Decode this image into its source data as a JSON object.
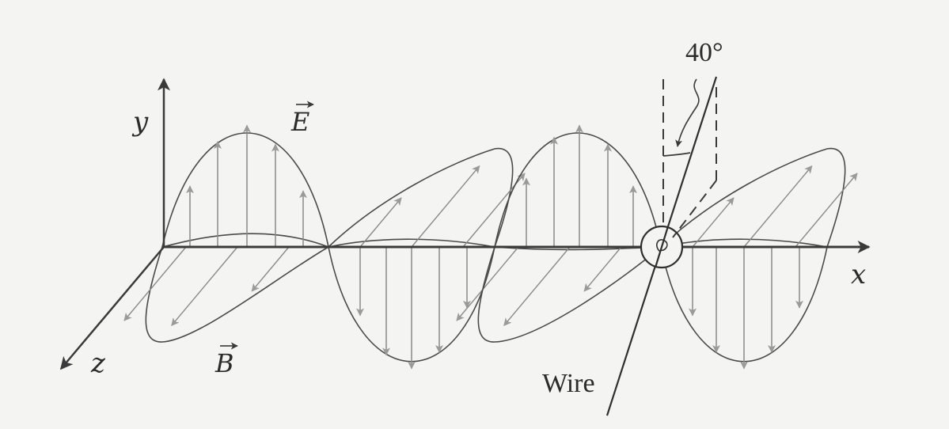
{
  "labels": {
    "y_axis": "y",
    "x_axis": "x",
    "z_axis": "z",
    "e_field": "E",
    "b_field": "B",
    "wire": "Wire",
    "angle": "40°"
  },
  "colors": {
    "ink": "#3a3a3a",
    "vector": "#8a8a8a",
    "background": "#f4f4f2"
  }
}
